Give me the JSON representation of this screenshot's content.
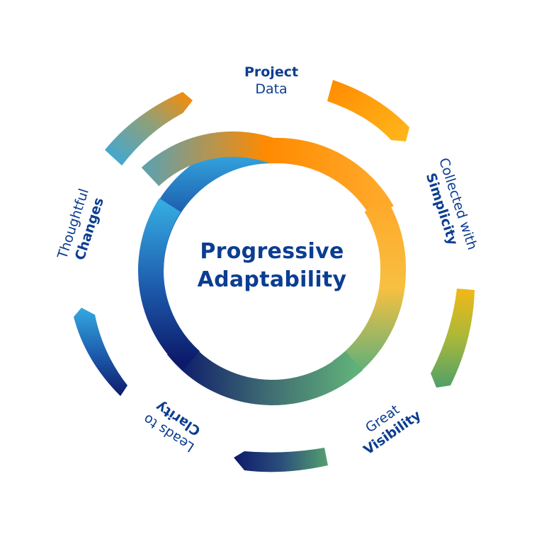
{
  "diagram": {
    "title_line1": "Progressive",
    "title_line2": "Adaptability",
    "labels": [
      {
        "bold": "Project",
        "light": "Data",
        "order": "bold-first"
      },
      {
        "light": "Collected with",
        "bold": "Simplicity",
        "order": "light-first"
      },
      {
        "light": "Great",
        "bold": "Visibility",
        "order": "light-first"
      },
      {
        "light": "Leads to",
        "bold": "Clarity",
        "order": "light-first"
      },
      {
        "light": "Thoughtful",
        "bold": "Changes",
        "order": "light-first"
      }
    ],
    "colors": {
      "text": "#0b3d91",
      "orange": "#ff8a00",
      "amber": "#ffb81c",
      "yellow": "#e8c23a",
      "green": "#5aa86e",
      "teal": "#3f6e72",
      "navy": "#0d1a6b",
      "blue": "#1e5fb0",
      "sky": "#35a9e0"
    }
  }
}
